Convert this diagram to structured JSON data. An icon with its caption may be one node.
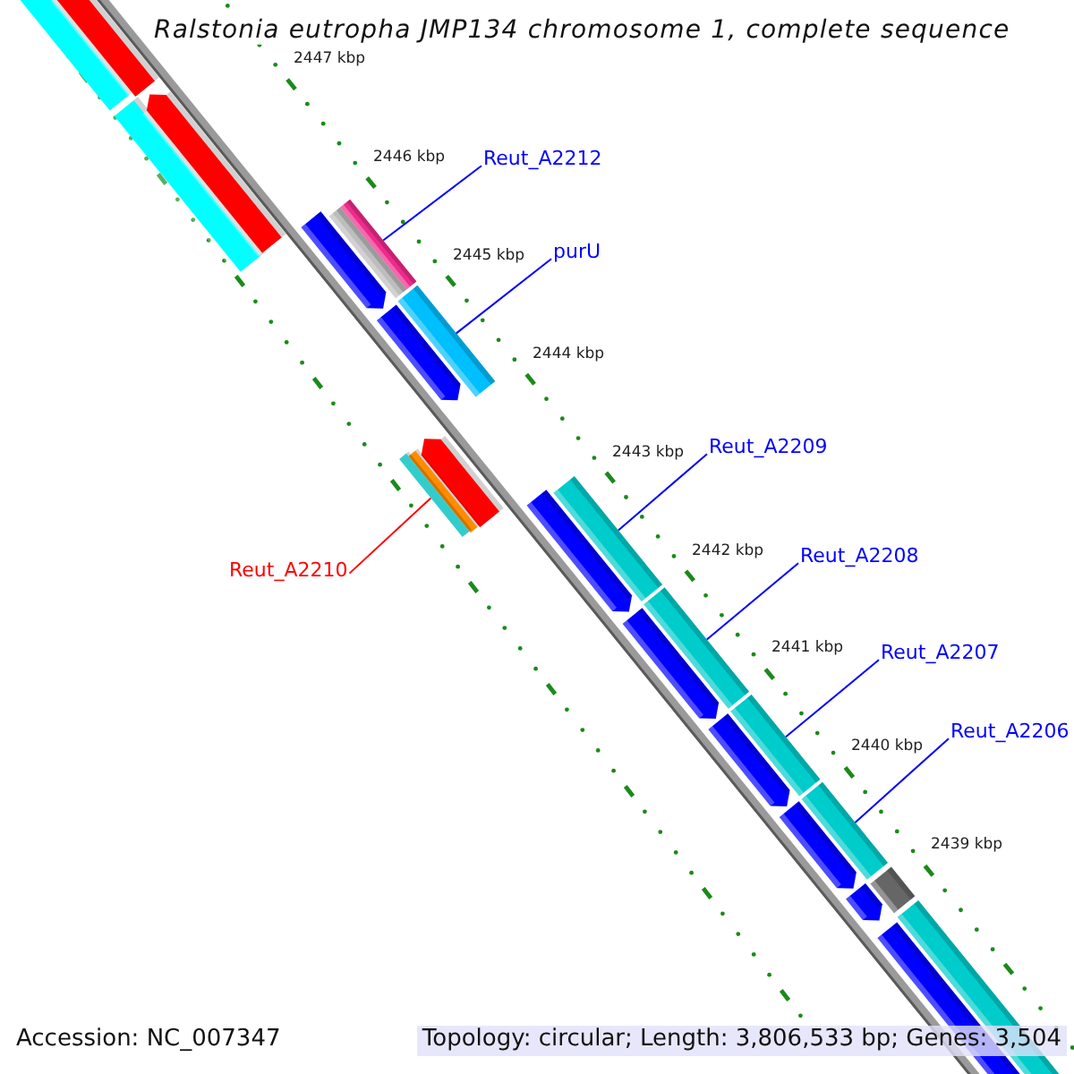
{
  "diagram": {
    "title": "Ralstonia eutropha JMP134 chromosome 1, complete sequence",
    "nodes": [
      {
        "text": [
          "Reut_A2212"
        ]
      },
      {
        "text": [],
        "shape": "bar"
      },
      {
        "text": [
          "purU"
        ]
      },
      {
        "text": [],
        "shape": "bar"
      },
      {
        "text": [
          "Reut_A2209"
        ]
      },
      {
        "text": [],
        "shape": "bar"
      },
      {
        "text": [
          "Reut_A2210"
        ]
      },
      {
        "text": [],
        "shape": "bar"
      },
      {
        "text": [
          "Reut_A2208"
        ]
      },
      {
        "text": [],
        "shape": "bar"
      },
      {
        "text": [
          "Reut_A2207"
        ]
      },
      {
        "text": [],
        "shape": "bar"
      },
      {
        "text": [
          "Reut_A2206"
        ]
      },
      {
        "text": [],
        "shape": "bar"
      }
    ],
    "edges": [
      {
        "from": 0,
        "to": 1,
        "arrow": "none"
      },
      {
        "from": 2,
        "to": 3,
        "arrow": "none"
      },
      {
        "from": 4,
        "to": 5,
        "arrow": "none"
      },
      {
        "from": 6,
        "to": 7,
        "arrow": "none",
        "color": "#ff0000"
      },
      {
        "from": 8,
        "to": 9,
        "arrow": "none"
      },
      {
        "from": 10,
        "to": 11,
        "arrow": "none"
      },
      {
        "from": 12,
        "to": 13,
        "arrow": "none"
      }
    ],
    "labels": [
      "2447 kbp",
      "2446 kbp",
      "2445 kbp",
      "2444 kbp",
      "2443 kbp",
      "2442 kbp",
      "2441 kbp",
      "2440 kbp",
      "2439 kbp",
      "Accession: NC_007347",
      "Topology: circular; Length: 3,806,533 bp; Genes: 3,504"
    ]
  }
}
